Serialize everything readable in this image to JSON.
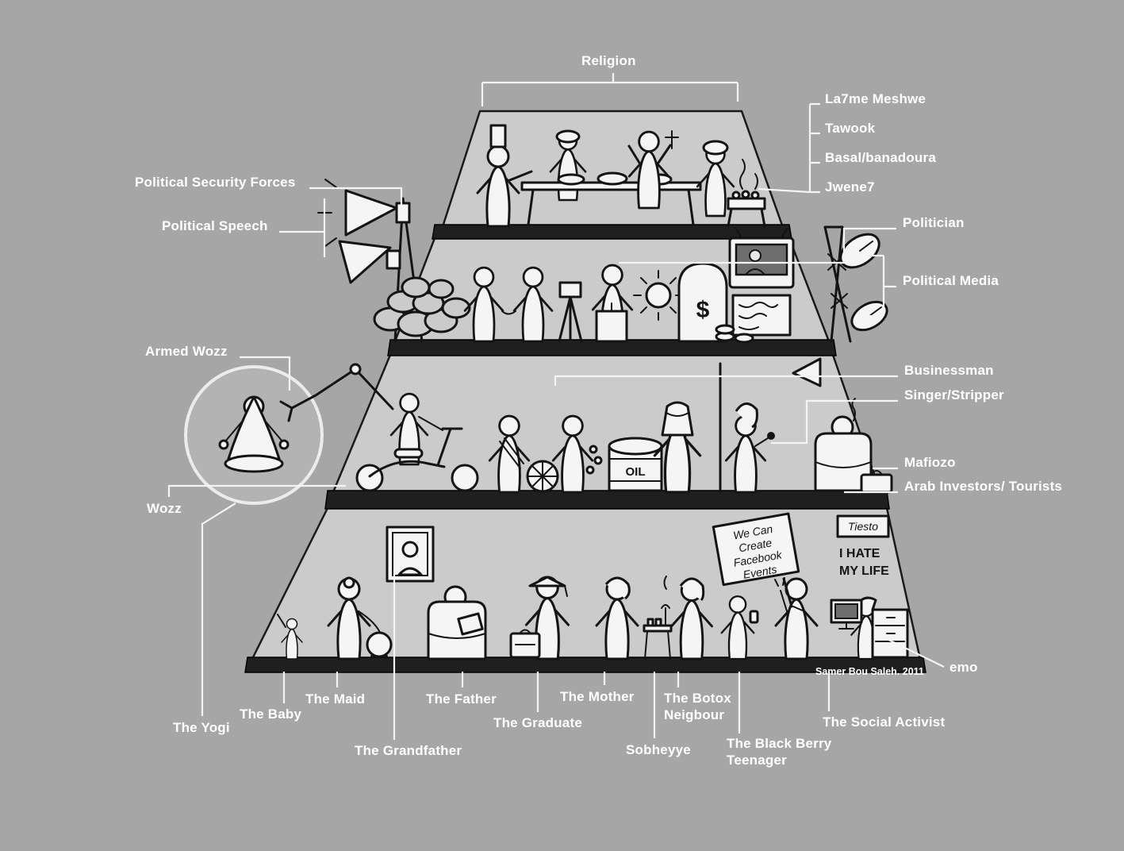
{
  "title": "Pyramid of society cartoon",
  "colors": {
    "background": "#a6a6a6",
    "pyramid_fill": "#cbcbcb",
    "floor": "#1f1f1f",
    "ink": "#141414",
    "figure_fill": "#f5f5f5",
    "label_text": "#ffffff",
    "leader_line": "#f4f4f4"
  },
  "labels": {
    "religion": "Religion",
    "food_items": [
      "La7me Meshwe",
      "Tawook",
      "Basal/banadoura",
      "Jwene7"
    ],
    "political_security_forces": "Political Security Forces",
    "political_speech": "Political Speech",
    "politician": "Politician",
    "political_media": "Political Media",
    "armed_wozz": "Armed Wozz",
    "wozz": "Wozz",
    "businessman": "Businessman",
    "singer_stripper": "Singer/Stripper",
    "mafiozo": "Mafiozo",
    "arab_investors_tourists": "Arab Investors/ Tourists",
    "the_yogi": "The Yogi",
    "the_baby": "The Baby",
    "the_maid": "The Maid",
    "the_father": "The Father",
    "the_grandfather": "The Grandfather",
    "the_graduate": "The Graduate",
    "the_mother": "The Mother",
    "sobheyye": "Sobheyye",
    "the_botox_neigbour": "The Botox Neigbour",
    "the_black_berry_teenager": "The Black Berry Teenager",
    "the_social_activist": "The Social Activist",
    "emo": "emo"
  },
  "drawing_text": {
    "dollar_sign": "$",
    "oil_barrel": "OIL",
    "facebook_sign_lines": [
      "We Can",
      "Create",
      "Facebook",
      "Events"
    ],
    "tiesto_poster": "Tiesto",
    "i_hate_lines": [
      "I HATE",
      "MY LIFE"
    ],
    "signature": "Samer Bou Saleh. 2011"
  }
}
